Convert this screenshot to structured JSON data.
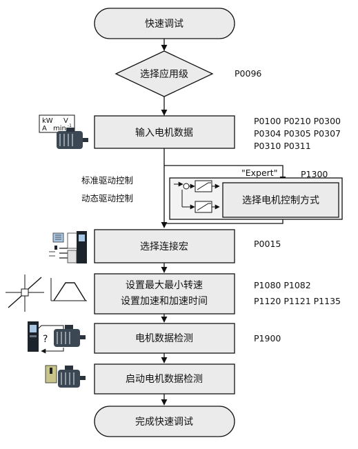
{
  "nodes": {
    "start": "快速调试",
    "select_app_level": "选择应用级",
    "input_motor_data": "输入电机数据",
    "select_motor_control": "选择电机控制方式",
    "select_macro": "选择连接宏",
    "speed_line1": "设置最大最小转速",
    "speed_line2": "设置加速和加速时间",
    "motor_detect": "电机数据检测",
    "start_motor_detect": "启动电机数据检测",
    "end": "完成快速调试"
  },
  "params": {
    "app_level": "P0096",
    "motor_line1": "P0100 P0210 P0300",
    "motor_line2": "P0304 P0305 P0307",
    "motor_line3": "P0310 P0311",
    "control": "P1300",
    "macro": "P0015",
    "speed_line1": "P1080 P1082",
    "speed_line2": "P1120 P1121 P1135",
    "detect": "P1900"
  },
  "labels": {
    "expert": "\"Expert\"",
    "standard_drive": "标准驱动控制",
    "dynamic_drive": "动态驱动控制"
  },
  "icons": {
    "motor_plate_kw": "kW",
    "motor_plate_v": "V",
    "motor_plate_a": "A",
    "motor_plate_min": "min",
    "motor_plate_exp": "-1",
    "question": "?",
    "motor_icon": "motor-icon",
    "inverter_icon": "inverter-icon"
  },
  "colors": {
    "box_fill": "#ebebeb",
    "stroke": "#111111",
    "control_fill": "#f3f3f3",
    "motor_body": "#3b4753",
    "motor_fin": "#cfd6de",
    "inverter_dark": "#1d232b",
    "inverter_screen": "#a9c6e2"
  }
}
